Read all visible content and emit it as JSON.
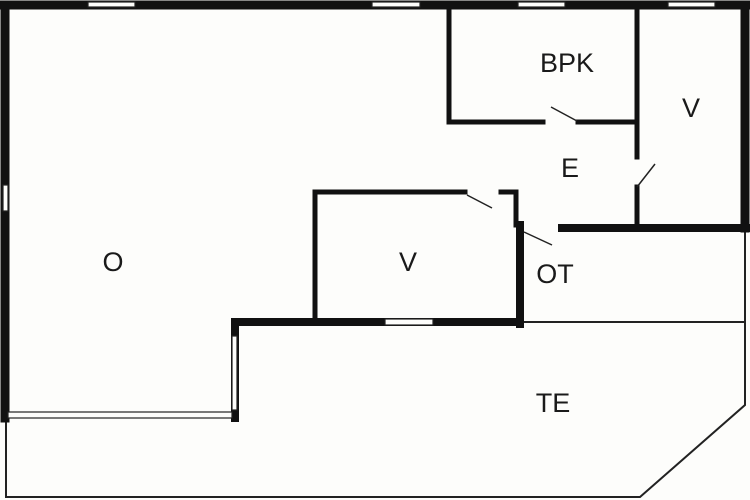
{
  "floor_plan": {
    "rooms": [
      {
        "id": "o",
        "label": "O"
      },
      {
        "id": "v1",
        "label": "V"
      },
      {
        "id": "bpk",
        "label": "BPK"
      },
      {
        "id": "v2",
        "label": "V"
      },
      {
        "id": "e",
        "label": "E"
      },
      {
        "id": "ot",
        "label": "OT"
      },
      {
        "id": "te",
        "label": "TE"
      }
    ]
  }
}
